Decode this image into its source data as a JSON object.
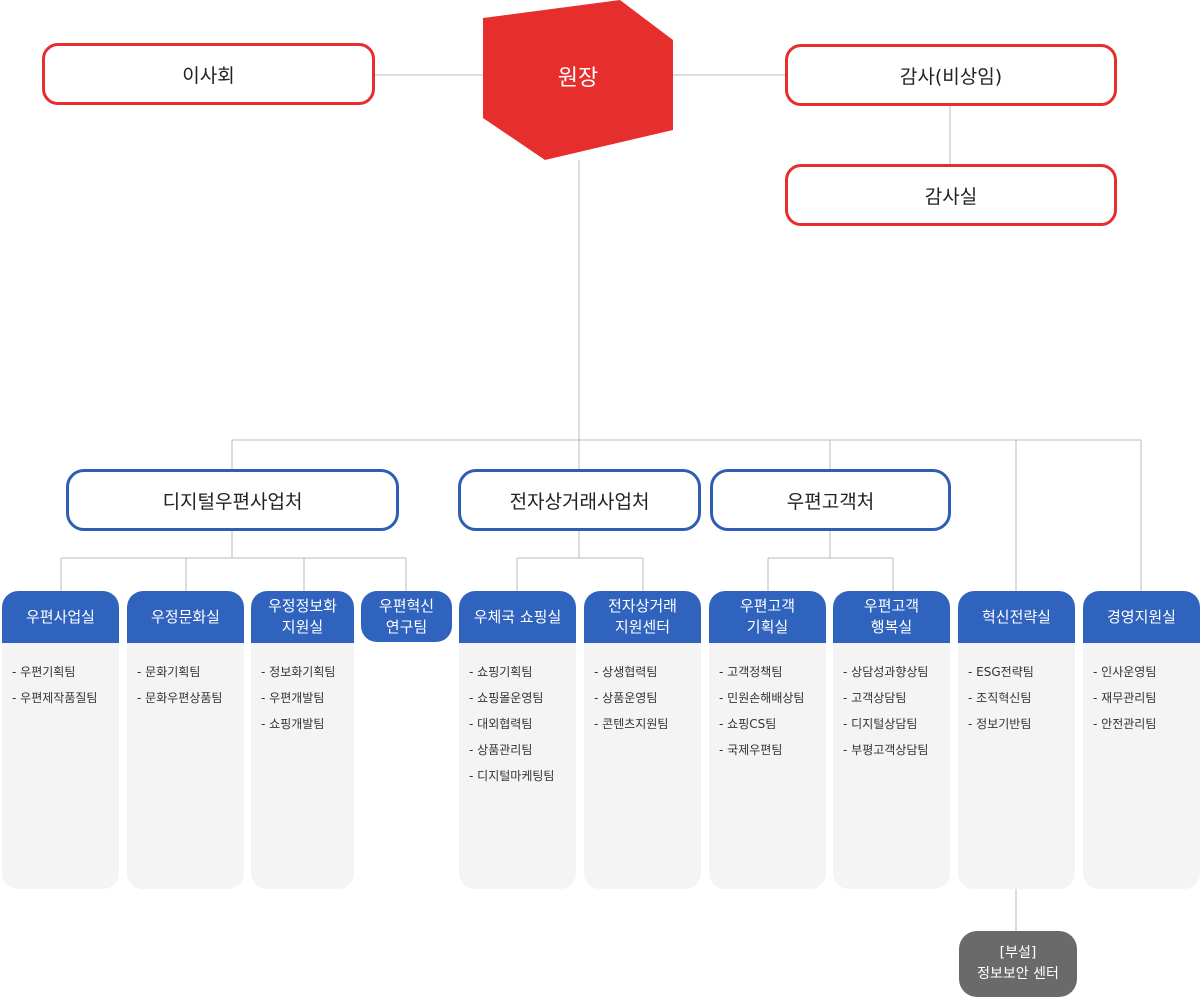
{
  "top": {
    "chief": "원장",
    "board": "이사회",
    "auditor": "감사(비상임)",
    "audit_office": "감사실"
  },
  "divisions": [
    {
      "label": "디지털우편사업처"
    },
    {
      "label": "전자상거래사업처"
    },
    {
      "label": "우편고객처"
    }
  ],
  "departments": [
    {
      "title": "우편사업실",
      "teams": [
        "우편기획팀",
        "우편제작품질팀"
      ]
    },
    {
      "title": "우정문화실",
      "teams": [
        "문화기획팀",
        "문화우편상품팀"
      ]
    },
    {
      "title": "우정정보화 지원실",
      "title_line1": "우정정보화",
      "title_line2": "지원실",
      "teams": [
        "정보화기획팀",
        "우편개발팀",
        "쇼핑개발팀"
      ]
    },
    {
      "title": "우편혁신 연구팀",
      "title_line1": "우편혁신",
      "title_line2": "연구팀"
    },
    {
      "title": "우체국 쇼핑실",
      "teams": [
        "쇼핑기획팀",
        "쇼핑몰운영팀",
        "대외협력팀",
        "상품관리팀",
        "디지털마케팅팀"
      ]
    },
    {
      "title": "전자상거래 지원센터",
      "title_line1": "전자상거래",
      "title_line2": "지원센터",
      "teams": [
        "상생협력팀",
        "상품운영팀",
        "콘텐츠지원팀"
      ]
    },
    {
      "title": "우편고객 기획실",
      "title_line1": "우편고객",
      "title_line2": "기획실",
      "teams": [
        "고객정책팀",
        "민원손해배상팀",
        "쇼핑CS팀",
        "국제우편팀"
      ]
    },
    {
      "title": "우편고객 행복실",
      "title_line1": "우편고객",
      "title_line2": "행복실",
      "teams": [
        "상담성과향상팀",
        "고객상담팀",
        "디지털상담팀",
        "부평고객상담팀"
      ]
    },
    {
      "title": "혁신전략실",
      "teams": [
        "ESG전략팀",
        "조직혁신팀",
        "정보기반팀"
      ]
    },
    {
      "title": "경영지원실",
      "teams": [
        "인사운영팀",
        "재무관리팀",
        "안전관리팀"
      ]
    }
  ],
  "annex": {
    "line1": "[부설]",
    "line2": "정보보안 센터"
  },
  "colors": {
    "red": "#e62e2d",
    "blue": "#2f5db4",
    "dept_head": "#2f63bd",
    "panel": "#f4f4f4",
    "annex": "#6a6a6a",
    "line": "#bbbbbb"
  }
}
